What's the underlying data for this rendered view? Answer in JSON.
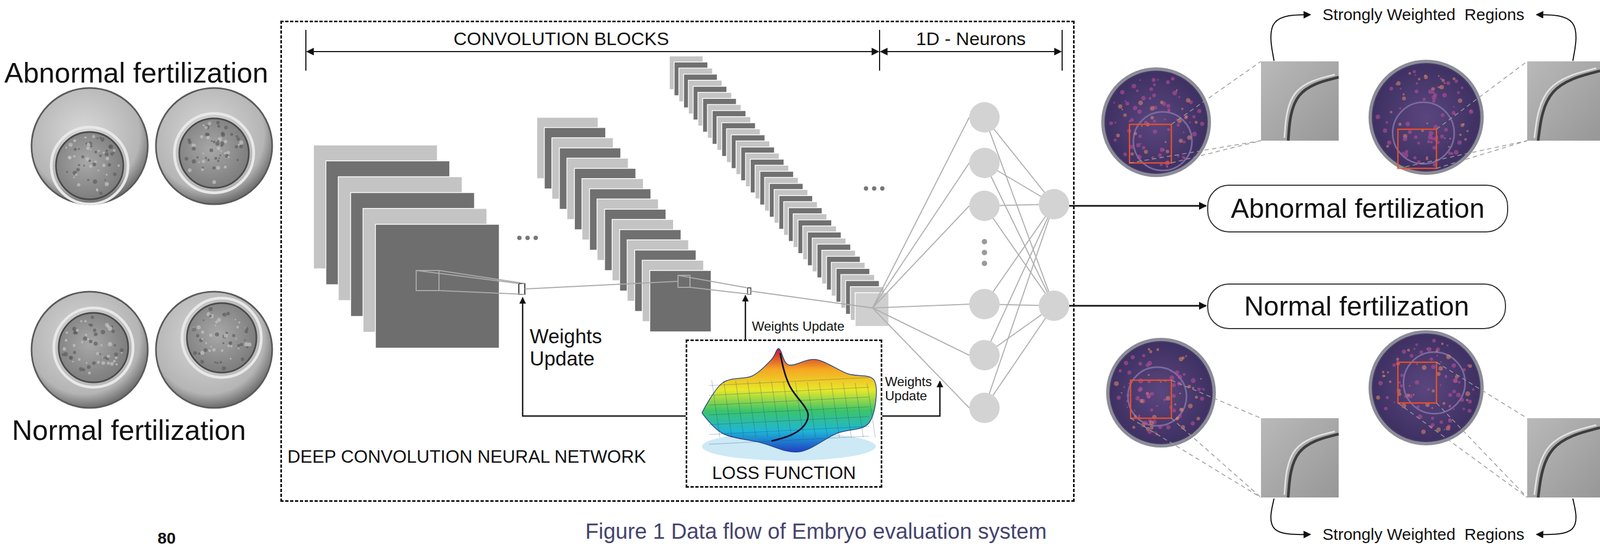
{
  "diagram": {
    "caption": "Figure 1 Data flow of Embryo evaluation system",
    "nodes": [
      {
        "text": [
          "DEEP CONVOLUTION NEURAL NETWORK"
        ]
      },
      {
        "text": [
          "LOSS FUNCTION"
        ],
        "in": 0
      },
      {
        "text": [
          "Abnormal fertilization"
        ]
      },
      {
        "text": [
          "Normal fertilization"
        ]
      }
    ],
    "labels": [
      "Abnormal fertilization",
      "Normal fertilization",
      "CONVOLUTION BLOCKS",
      "1D - Neurons",
      "Weights Update",
      "Weights Update",
      "Weights Update",
      "Strongly Weighted  Regions",
      "Strongly Weighted  Regions",
      "80"
    ]
  }
}
